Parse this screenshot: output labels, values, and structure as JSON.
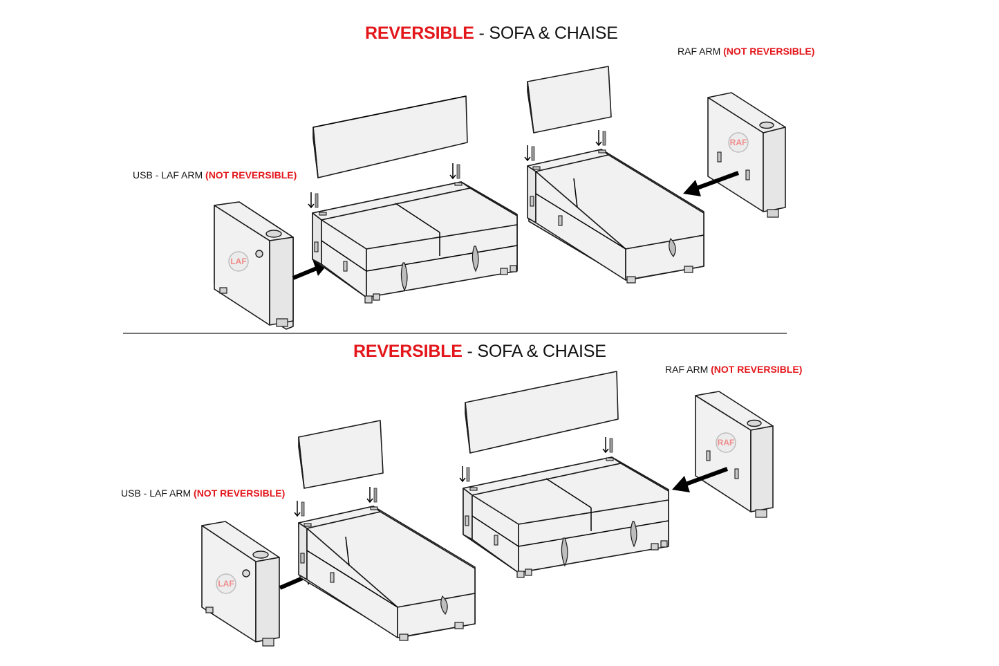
{
  "top": {
    "title_red": "REVERSIBLE",
    "title_rest": " - SOFA & CHAISE",
    "raf_label": "RAF ARM ",
    "raf_note": "(NOT REVERSIBLE)",
    "laf_label": "USB - LAF ARM ",
    "laf_note": "(NOT REVERSIBLE)",
    "laf_badge": "LAF",
    "raf_badge": "RAF"
  },
  "bottom": {
    "title_red": "REVERSIBLE",
    "title_rest": " - SOFA & CHAISE",
    "raf_label": "RAF ARM ",
    "raf_note": "(NOT REVERSIBLE)",
    "laf_label": "USB - LAF ARM ",
    "laf_note": "(NOT REVERSIBLE)",
    "laf_badge": "LAF",
    "raf_badge": "RAF"
  },
  "colors": {
    "accent_red": "#e3161b",
    "badge_text": "#ef8b8b"
  }
}
